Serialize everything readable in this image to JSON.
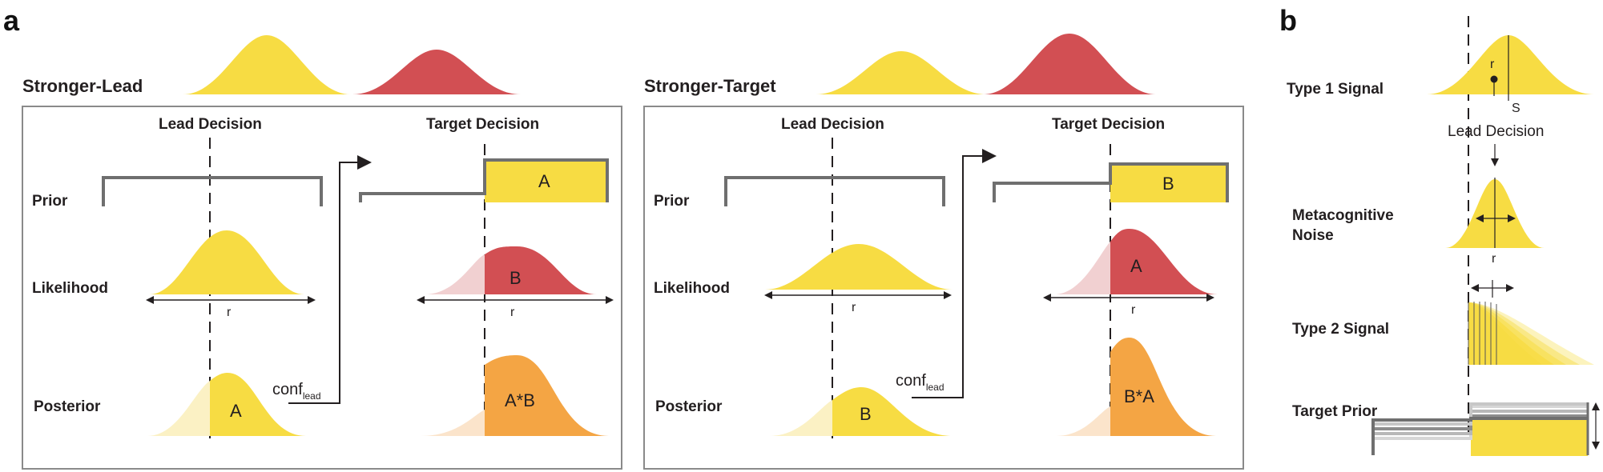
{
  "colors": {
    "yellow": "#f7dc43",
    "pale_yellow": "#fbf1c4",
    "red": "#d24f53",
    "pale_red": "#f1d0d1",
    "orange": "#f4a544",
    "pale_orange": "#fbe4cb",
    "frame": "#8a8a8a",
    "prior_line": "#6f6f6f"
  },
  "panel_a": {
    "letter": "a",
    "left": {
      "title": "Stronger-Lead",
      "col_lead": "Lead Decision",
      "col_target": "Target Decision",
      "row_prior": "Prior",
      "row_likelihood": "Likelihood",
      "row_posterior": "Posterior",
      "r_lead": "r",
      "r_target": "r",
      "prior_label": "A",
      "likelihood_label": "B",
      "posterior_lead_label": "A",
      "posterior_target_label": "A*B",
      "conf_main": "conf",
      "conf_sub": "lead"
    },
    "right": {
      "title": "Stronger-Target",
      "col_lead": "Lead Decision",
      "col_target": "Target Decision",
      "row_prior": "Prior",
      "row_likelihood": "Likelihood",
      "row_posterior": "Posterior",
      "r_lead": "r",
      "r_target": "r",
      "prior_label": "B",
      "likelihood_label": "A",
      "posterior_lead_label": "B",
      "posterior_target_label": "B*A",
      "conf_main": "conf",
      "conf_sub": "lead"
    }
  },
  "panel_b": {
    "letter": "b",
    "row1": "Type 1 Signal",
    "row2_line1": "Metacognitive",
    "row2_line2": "Noise",
    "row3": "Type 2 Signal",
    "row4": "Target Prior",
    "r_top": "r",
    "s_label": "S",
    "lead_decision": "Lead Decision",
    "r_noise": "r"
  }
}
